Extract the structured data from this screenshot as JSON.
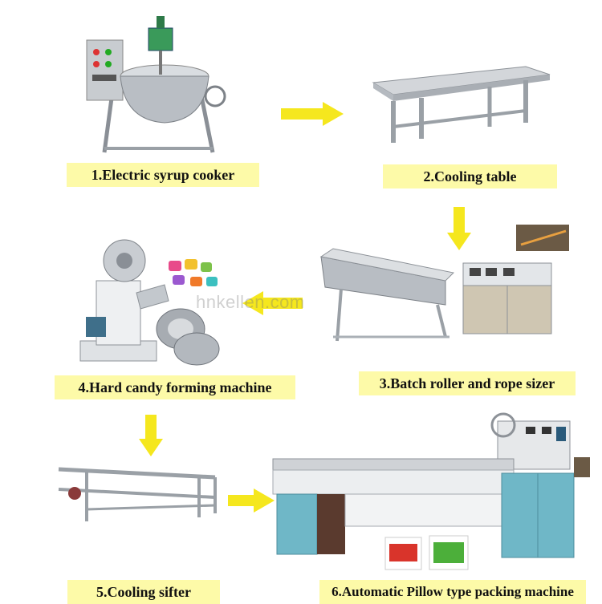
{
  "steps": [
    {
      "label": "1.Electric syrup cooker"
    },
    {
      "label": "2.Cooling table"
    },
    {
      "label": "3.Batch roller and rope sizer"
    },
    {
      "label": "4.Hard candy forming machine"
    },
    {
      "label": "5.Cooling sifter"
    },
    {
      "label": "6.Automatic Pillow type packing machine"
    }
  ],
  "watermark": "hnkellen.com",
  "colors": {
    "label_bg": "#fdfaa8",
    "arrow": "#f5e71e",
    "steel": "#c9ccd0",
    "panel_blue": "#6fb7c7"
  },
  "icons": [
    "syrup-cooker-machine",
    "cooling-table-machine",
    "batch-roller-machine",
    "candy-forming-machine",
    "cooling-sifter-machine",
    "packing-machine"
  ]
}
